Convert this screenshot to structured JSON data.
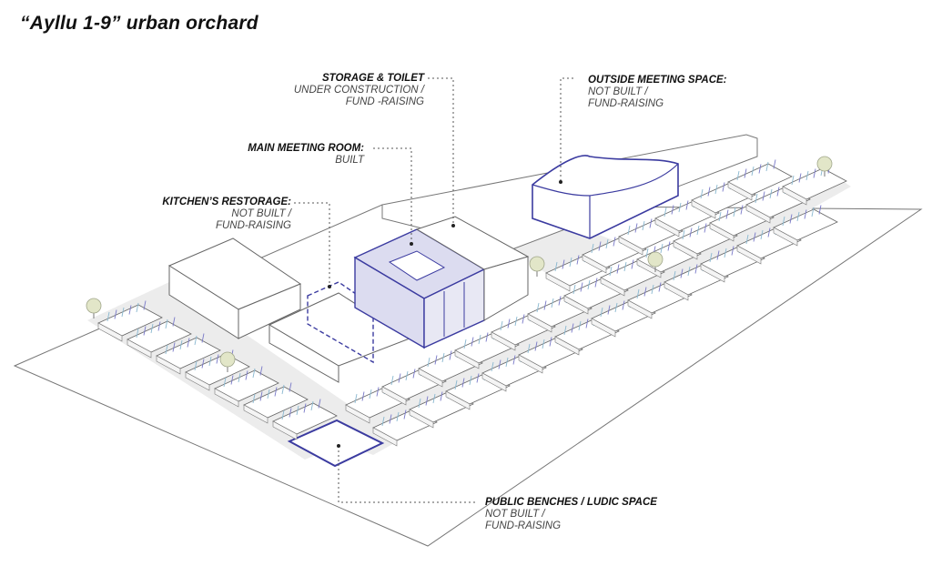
{
  "title": "“Ayllu 1-9” urban orchard",
  "colors": {
    "accent": "#3b3ba0",
    "fill": "#dcdcf0",
    "ground": "#e9e9e9",
    "line": "#555555"
  },
  "labels": {
    "storage": {
      "title": "STORAGE & TOILET",
      "line1": "UNDER CONSTRUCTION /",
      "line2": "FUND -RAISING"
    },
    "meeting": {
      "title": "MAIN MEETING ROOM:",
      "line1": "BUILT"
    },
    "kitchen": {
      "title": "KITCHEN’S RESTORAGE:",
      "line1": "NOT BUILT /",
      "line2": "FUND-RAISING"
    },
    "outside": {
      "title": "OUTSIDE MEETING SPACE:",
      "line1": "NOT BUILT /",
      "line2": "FUND-RAISING"
    },
    "benches": {
      "title": "PUBLIC BENCHES / LUDIC SPACE",
      "line1": "NOT BUILT /",
      "line2": "FUND-RAISING"
    }
  }
}
